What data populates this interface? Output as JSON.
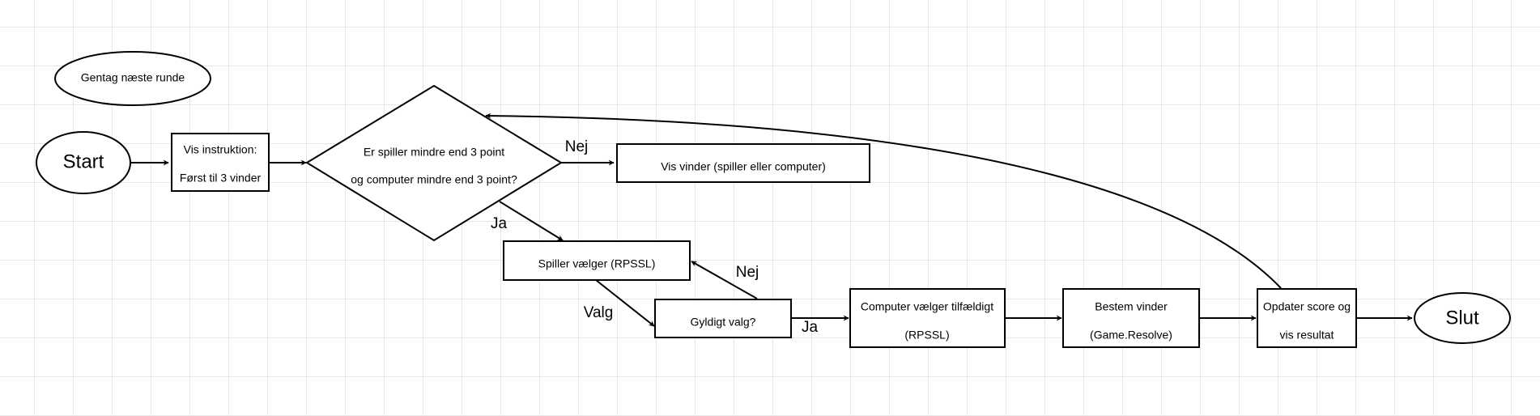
{
  "nodes": {
    "repeat": "Gentag næste runde",
    "start": "Start",
    "instruction_line1": "Vis instruktion:",
    "instruction_line2": "Først til 3 vinder",
    "decision_line1": "Er spiller mindre end 3 point",
    "decision_line2": "og computer mindre end 3 point?",
    "show_winner": "Vis vinder (spiller eller computer)",
    "player_choice": "Spiller vælger (RPSSL)",
    "valid_choice": "Gyldigt valg?",
    "computer_choice_line1": "Computer vælger tilfældigt",
    "computer_choice_line2": "(RPSSL)",
    "determine_winner_line1": "Bestem vinder",
    "determine_winner_line2": "(Game.Resolve)",
    "update_score_line1": "Opdater score og",
    "update_score_line2": "vis resultat",
    "end": "Slut"
  },
  "edge_labels": {
    "decision_no": "Nej",
    "decision_yes": "Ja",
    "choice_made": "Valg",
    "valid_yes": "Ja",
    "valid_no": "Nej"
  },
  "colors": {
    "stroke": "#000000",
    "fill": "#ffffff",
    "grid": "#e6e6e6"
  }
}
